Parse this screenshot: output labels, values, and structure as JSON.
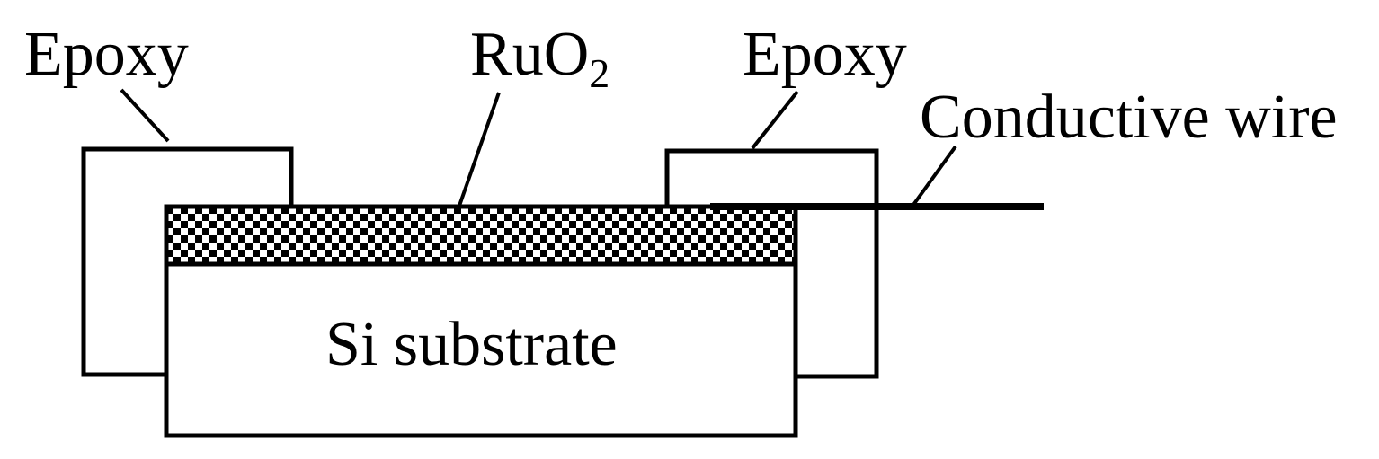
{
  "labels": {
    "epoxy_left": "Epoxy",
    "ruo2_main": "RuO",
    "ruo2_subscript": "2",
    "epoxy_right": "Epoxy",
    "conductive_wire": "Conductive wire",
    "substrate": "Si substrate"
  },
  "colors": {
    "stroke": "#000000",
    "fill": "#ffffff",
    "checker": "#000000"
  }
}
